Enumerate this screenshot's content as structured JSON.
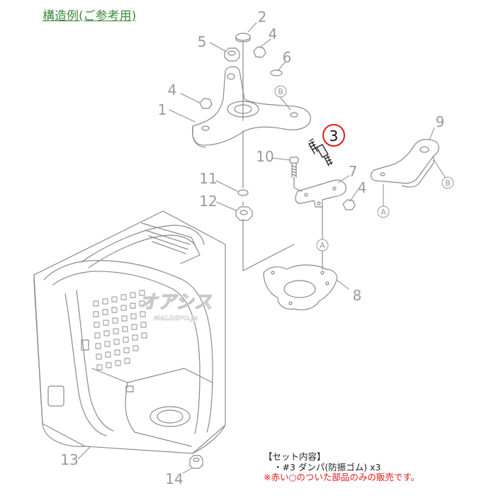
{
  "heading": "構造例(ご参考用)",
  "part_numbers": {
    "p1": "1",
    "p2": "2",
    "p3": "3",
    "p4a": "4",
    "p4b": "4",
    "p4c": "4",
    "p5": "5",
    "p6": "6",
    "p7": "7",
    "p8": "8",
    "p9": "9",
    "p10": "10",
    "p11": "11",
    "p12": "12",
    "p13": "13",
    "p14": "14"
  },
  "refs": {
    "a": "A",
    "b": "B"
  },
  "watermark": {
    "main": "オアシス",
    "sub": "MALDEPO.jp"
  },
  "set_contents": {
    "title": "【セット内容】",
    "item": "・#3 ダンパ(防振ゴム) x3",
    "note": "※赤い○のついた部品のみの販売です。"
  },
  "colors": {
    "highlight_circle": "#e01818",
    "heading": "#3a8a3a",
    "line_art": "#8a8a8a"
  }
}
